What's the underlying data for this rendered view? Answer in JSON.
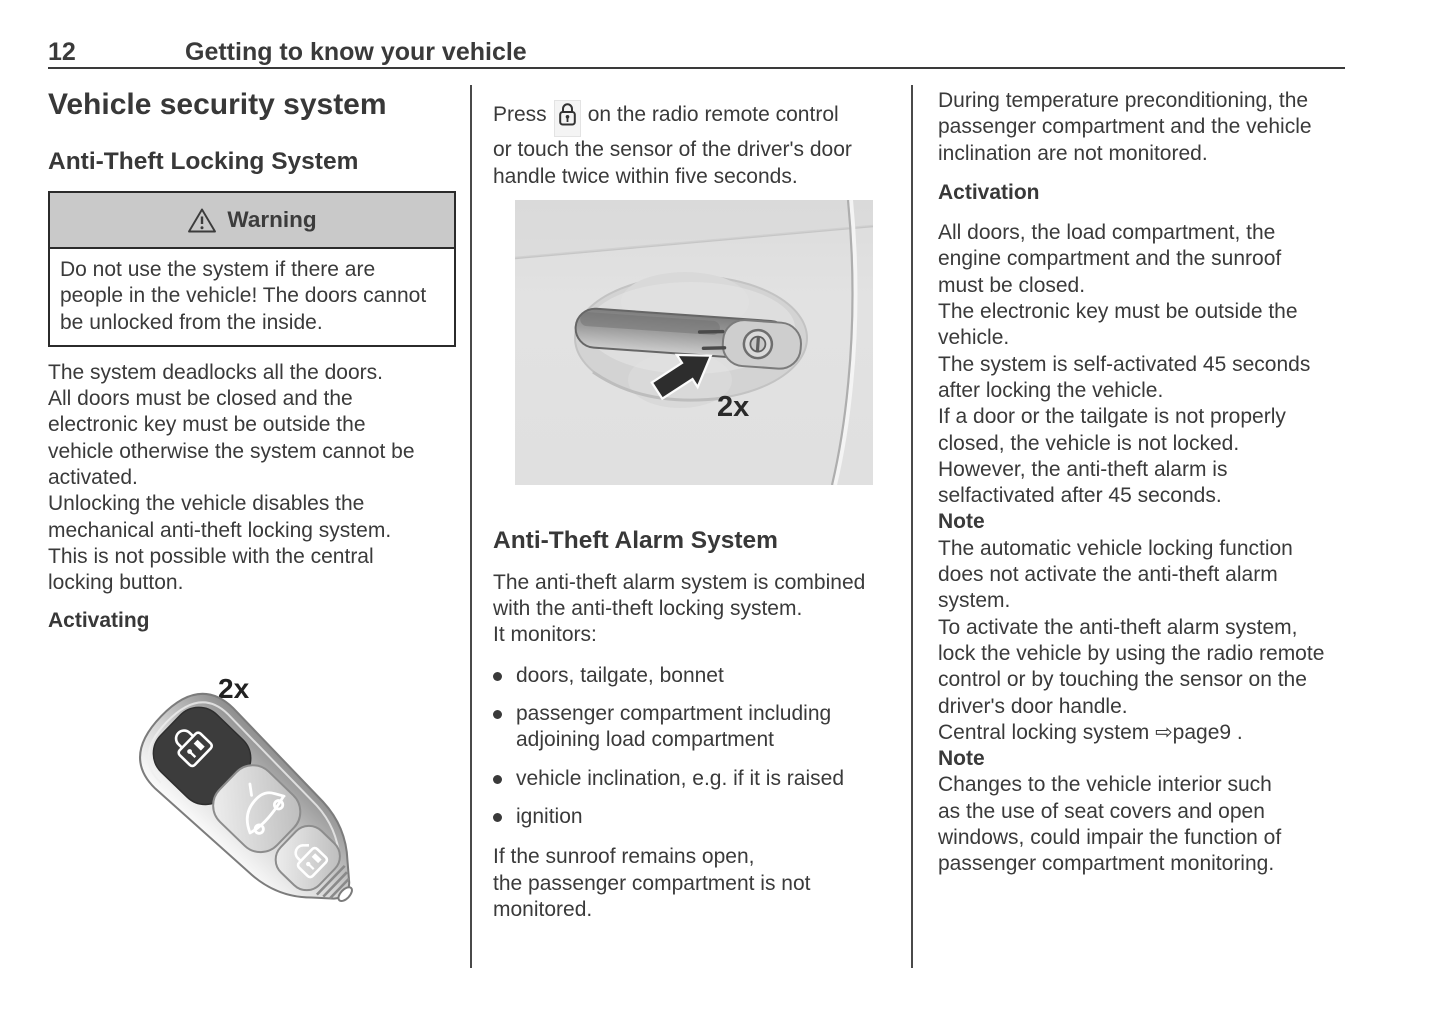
{
  "header": {
    "page_number": "12",
    "chapter_title": "Getting to know your vehicle"
  },
  "col1": {
    "title": "Vehicle security system",
    "section_heading": "Anti-Theft Locking System",
    "warning": {
      "icon": "warning-triangle-icon",
      "title": "Warning",
      "body": "Do not use the system if there are\npeople in the vehicle! The doors cannot\nbe unlocked from the inside."
    },
    "paragraph": "The system deadlocks all the doors.\nAll doors must be closed and the\nelectronic key must be outside the\nvehicle otherwise the system cannot be\nactivated.\nUnlocking the vehicle disables the\nmechanical anti-theft locking system.\nThis is not possible with the central\nlocking button.",
    "activating_heading": "Activating",
    "keyfob_label": "2x",
    "keyfob_icons": [
      "lock-icon",
      "boot-release-icon",
      "unlock-icon"
    ]
  },
  "col2": {
    "press_before": "Press",
    "press_icon": "lock-button-icon",
    "press_after": "on the radio remote control\nor touch the sensor of the driver's door\nhandle twice within five seconds.",
    "door_image_label": "2x",
    "alarm_heading": "Anti-Theft Alarm System",
    "alarm_intro": "The anti-theft alarm system is combined\nwith the anti-theft locking system.\nIt monitors:",
    "bullets": [
      "doors, tailgate, bonnet",
      "passenger compartment including\nadjoining load compartment",
      "vehicle inclination, e.g. if it is raised",
      "ignition"
    ],
    "sunroof_note": "If the sunroof remains open,\nthe passenger compartment is not\nmonitored."
  },
  "col3": {
    "p1": "During temperature preconditioning, the\npassenger compartment and the vehicle\ninclination are not monitored.",
    "activation_heading": "Activation",
    "p2": "All doors, the load compartment, the\nengine compartment and the sunroof\nmust be closed.\nThe electronic key must be outside the\nvehicle.\nThe system is self-activated 45 seconds\nafter locking the vehicle.\nIf a door or the tailgate is not properly\nclosed, the vehicle is not locked.\nHowever, the anti-theft alarm is\nselfactivated after 45 seconds.",
    "note_heading_1": "Note",
    "p3": "The automatic vehicle locking function\ndoes not activate the anti-theft alarm\nsystem.\nTo activate the anti-theft alarm system,\nlock the vehicle by using the radio remote\ncontrol or by touching the sensor on the\ndriver's door handle.\nCentral locking system ⇨page9 .",
    "note_heading_2": "Note",
    "p4": "Changes to the vehicle interior such\nas the use of seat covers and open\nwindows, could impair the function of\npassenger compartment monitoring."
  },
  "colors": {
    "text": "#3a3a3a",
    "warning_header_bg": "#c9c9c9",
    "illustration_bg": "#e1e1e1",
    "rule": "#3a3a3a"
  }
}
